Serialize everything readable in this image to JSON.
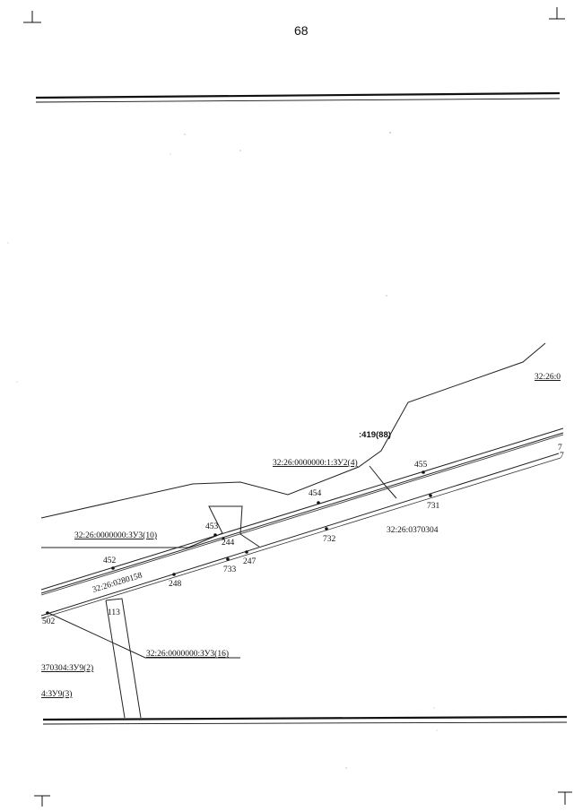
{
  "page": {
    "number": "68"
  },
  "labels": {
    "contour_419": ":419(88)",
    "cad_zu2_4": "32:26:0000000:1:ЗУ2(4)",
    "cad_zu3_10": "32:26:0000000:ЗУ3(10)",
    "cad_0280158": "32:26:0280158",
    "cad_0370304": "32:26:0370304",
    "cad_zu3_16": "32:26:0000000:ЗУ3(16)",
    "cad_zu9_2": "370304:ЗУ9(2)",
    "cad_zu9_3": "4:ЗУ9(3)",
    "cad_right_edge": "32:26:0",
    "parcel_113": "113",
    "right_mark_1": "7",
    "right_mark_2": "7"
  },
  "points": [
    "455",
    "454",
    "453",
    "452",
    "244",
    "247",
    "731",
    "732",
    "733",
    "248",
    "502"
  ]
}
